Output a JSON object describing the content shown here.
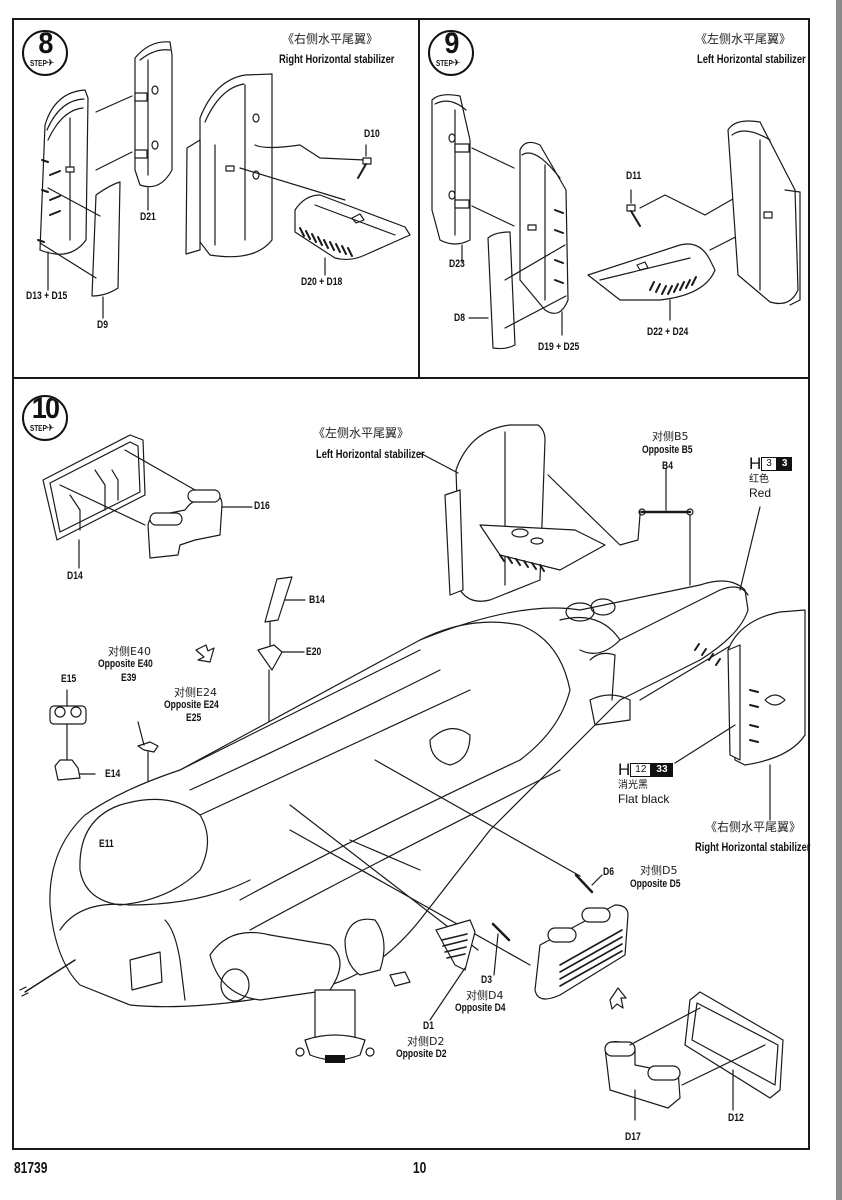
{
  "document": {
    "model_number": "81739",
    "page_number": "10"
  },
  "steps": [
    {
      "number": "8",
      "step_word": "STEP",
      "title_zh": "《右侧水平尾翼》",
      "title_en": "Right Horizontal stabilizer",
      "parts": [
        "D21",
        "D10",
        "D13 + D15",
        "D9",
        "D20 + D18"
      ]
    },
    {
      "number": "9",
      "step_word": "STEP",
      "title_zh": "《左侧水平尾翼》",
      "title_en": "Left Horizontal stabilizer",
      "parts": [
        "D11",
        "D23",
        "D8",
        "D19 + D25",
        "D22 + D24"
      ]
    },
    {
      "number": "10",
      "step_word": "STEP",
      "callouts": {
        "left_stab_zh": "《左侧水平尾翼》",
        "left_stab_en": "Left Horizontal stabilizer",
        "right_stab_zh": "《右侧水平尾翼》",
        "right_stab_en": "Right Horizontal stabilizer",
        "b5_zh": "对侧B5",
        "b5_en": "Opposite B5",
        "b4": "B4",
        "d16": "D16",
        "d14": "D14",
        "b14": "B14",
        "e20": "E20",
        "e40_zh": "对侧E40",
        "e40_en": "Opposite E40",
        "e39": "E39",
        "e15": "E15",
        "e24_zh": "对侧E24",
        "e24_en": "Opposite E24",
        "e25": "E25",
        "e14": "E14",
        "e11": "E11",
        "d6": "D6",
        "d5_zh": "对侧D5",
        "d5_en": "Opposite D5",
        "d3": "D3",
        "d4_zh": "对侧D4",
        "d4_en": "Opposite D4",
        "d1": "D1",
        "d2_zh": "对侧D2",
        "d2_en": "Opposite D2",
        "d17": "D17",
        "d12": "D12"
      },
      "paints": [
        {
          "prefix": "H",
          "code_a": "3",
          "code_b": "3",
          "name_zh": "红色",
          "name_en": "Red"
        },
        {
          "prefix": "H",
          "code_a": "12",
          "code_b": "33",
          "name_zh": "消光黑",
          "name_en": "Flat black"
        }
      ]
    }
  ]
}
